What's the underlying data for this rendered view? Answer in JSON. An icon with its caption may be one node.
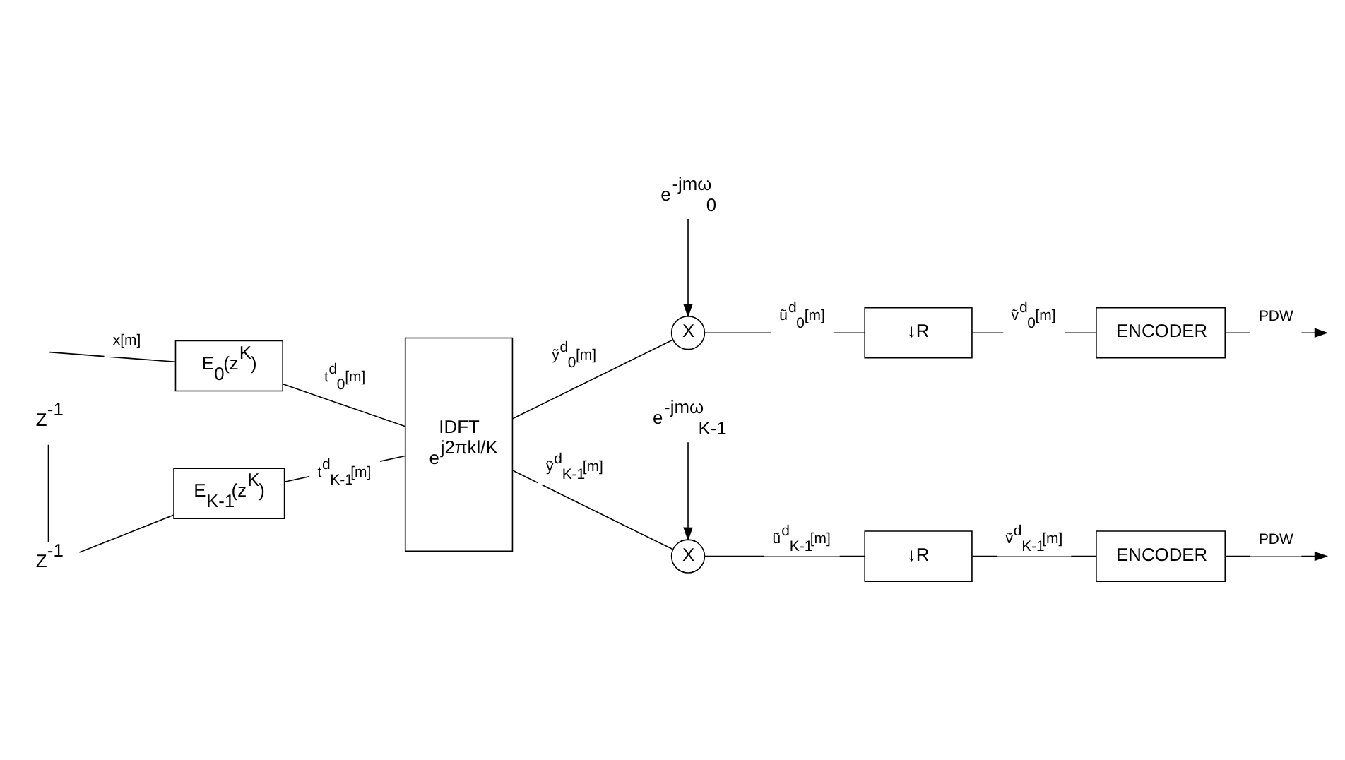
{
  "diagram": {
    "nodes": [
      {
        "text": [
          "e$^{-jmω}$$_{0}$"
        ]
      },
      {
        "text": [
          "E$_{0}$(z$^{K}$)"
        ]
      },
      {
        "text": [
          "IDFT",
          "e$^{j2πkl/K}$"
        ]
      },
      {
        "text": [
          "X"
        ]
      },
      {
        "text": [
          "↓R"
        ]
      },
      {
        "text": [
          "ENCODER"
        ]
      },
      {
        "text": [
          "Z$^{-1}$"
        ]
      },
      {
        "text": [
          "e$^{-jmω}$$_{K-1}$"
        ]
      },
      {
        "text": [
          "Z$^{-1}$"
        ]
      },
      {
        "text": [
          "E$_{K-1}$(z$^{K}$)"
        ]
      },
      {
        "text": [
          "X"
        ]
      },
      {
        "text": [
          "↓R"
        ]
      },
      {
        "text": [
          "ENCODER"
        ]
      }
    ],
    "edges": [
      {
        "from": null,
        "to": 1,
        "arrow": "none",
        "label": "x[m]"
      },
      {
        "from": 1,
        "to": 2,
        "arrow": "none",
        "label": "t$^{d}$$_{0}$[m]"
      },
      {
        "from": 2,
        "to": 3,
        "arrow": "none",
        "label": "ỹ$^{d}$$_{0}$[m]"
      },
      {
        "from": 0,
        "to": 3,
        "arrow": "to"
      },
      {
        "from": 3,
        "to": 4,
        "arrow": "none",
        "label": "ũ$^{d}$$_{0}$[m]"
      },
      {
        "from": 4,
        "to": 5,
        "arrow": "none",
        "label": "ṽ$^{d}$$_{0}$[m]"
      },
      {
        "from": 5,
        "to": null,
        "arrow": "to",
        "label": "PDW"
      },
      {
        "from": 6,
        "to": 8,
        "arrow": "none"
      },
      {
        "from": 8,
        "to": 9,
        "arrow": "none"
      },
      {
        "from": 9,
        "to": 2,
        "arrow": "none",
        "label": "t$^{d}$$_{K-1}$[m]"
      },
      {
        "from": 2,
        "to": 10,
        "arrow": "none",
        "label": "ỹ$^{d}$$_{K-1}$[m]"
      },
      {
        "from": 7,
        "to": 10,
        "arrow": "to"
      },
      {
        "from": 10,
        "to": 11,
        "arrow": "none",
        "label": "ũ$^{d}$$_{K-1}$[m]"
      },
      {
        "from": 11,
        "to": 12,
        "arrow": "none",
        "label": "ṽ$^{d}$$_{K-1}$[m]"
      },
      {
        "from": 12,
        "to": null,
        "arrow": "to",
        "label": "PDW"
      }
    ]
  }
}
